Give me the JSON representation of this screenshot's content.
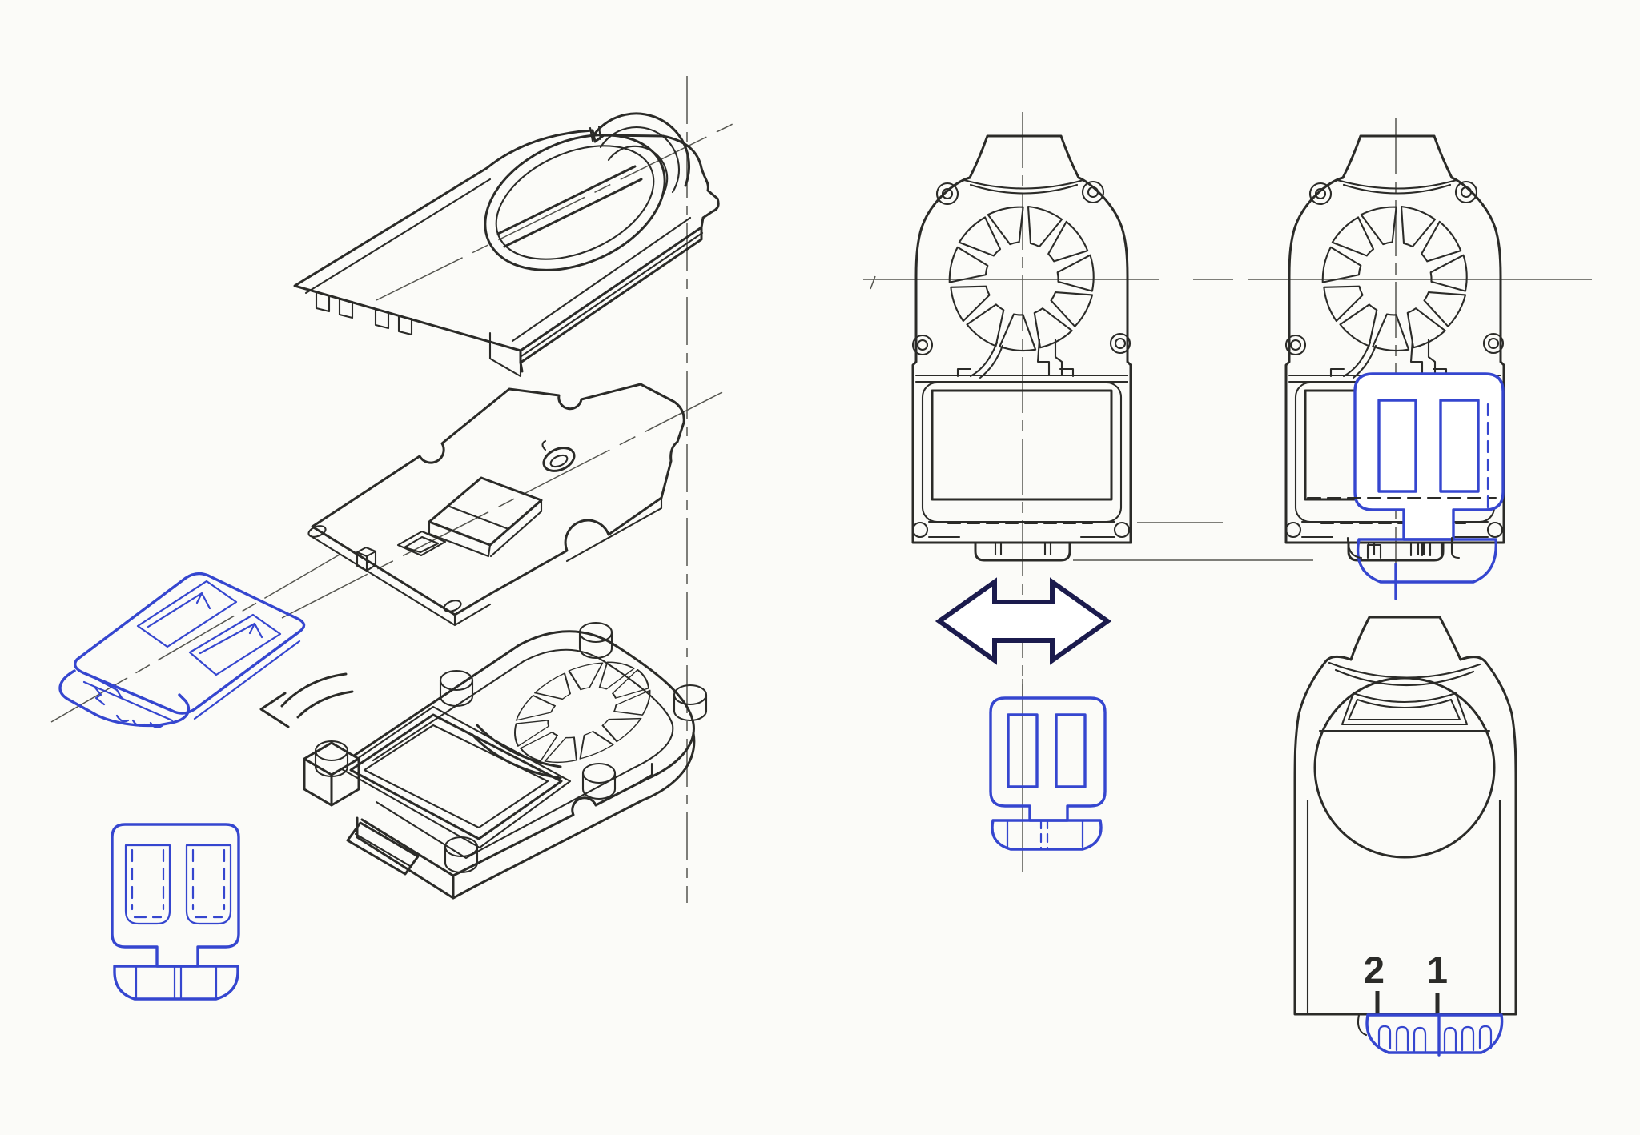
{
  "document": {
    "type": "patent-style exploded assembly drawing",
    "background": "#fbfbf8"
  },
  "colors": {
    "ink": "#2b2b28",
    "ink_thin": "#55554f",
    "blue": "#3546cf",
    "navy": "#1b1b4d",
    "paper": "#fbfbf8"
  },
  "labels": {
    "ref_1": "1",
    "ref_2": "2"
  },
  "drawing": {
    "left_panel": {
      "name": "exploded-isometric-assembly",
      "parts": [
        "top-cover-plate-with-dial-opening",
        "intermediate-plate-with-ramp-and-c-clip",
        "lower-housing-with-impeller-rotor",
        "blue-spring-clip-isometric",
        "blue-spring-clip-front-view",
        "clip-insertion-arrow",
        "vertical-centerline",
        "diagonal-centerlines"
      ]
    },
    "right_panel": {
      "name": "assembled-orthographic-views",
      "views": [
        "front-view-without-clip",
        "front-view-with-blue-clip-inserted",
        "blue-clip-detail-front-view",
        "rear-view-with-blue-adjuster-wheel"
      ],
      "symbols": [
        "double-headed-exchange-arrow"
      ],
      "reference_numbers": [
        "2",
        "1"
      ]
    }
  }
}
